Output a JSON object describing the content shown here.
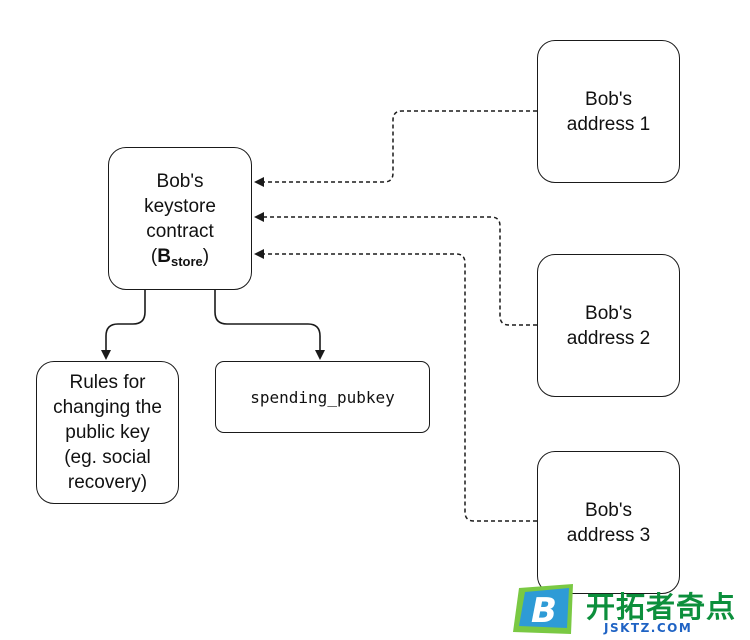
{
  "nodes": {
    "keystore": {
      "lines": [
        "Bob's",
        "keystore",
        "contract"
      ],
      "formula_open": "(",
      "formula_main": "B",
      "formula_sub": "store",
      "formula_close": ")"
    },
    "address1": {
      "lines": [
        "Bob's",
        "address 1"
      ]
    },
    "address2": {
      "lines": [
        "Bob's",
        "address 2"
      ]
    },
    "address3": {
      "lines": [
        "Bob's",
        "address 3"
      ]
    },
    "rules": {
      "lines": [
        "Rules for",
        "changing the",
        "public key",
        "(eg. social",
        "recovery)"
      ]
    },
    "pubkey": {
      "label": "spending_pubkey"
    }
  },
  "watermark": {
    "mark_letter": "B",
    "title": "开拓者奇点",
    "subtitle": "JSKTZ.COM"
  },
  "colors": {
    "stroke": "#1a1a1a",
    "logo_green": "#0c8f3c",
    "logo_blue": "#1f63c4"
  }
}
